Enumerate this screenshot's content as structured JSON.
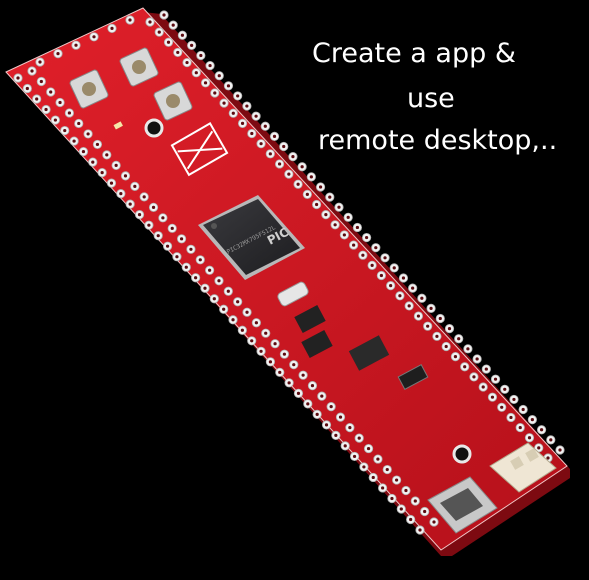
{
  "caption": {
    "line1": "Create a app &",
    "line2": "use",
    "line3": "remote desktop,.."
  },
  "chip": {
    "brand": "PIC",
    "part": "PIC32MX795F512L"
  },
  "colors": {
    "background": "#000000",
    "board": "#d4141f",
    "board_dark": "#8c0a12",
    "chip": "#2a2a2c",
    "pad": "#f2f2f2",
    "caption_text": "#ffffff"
  }
}
